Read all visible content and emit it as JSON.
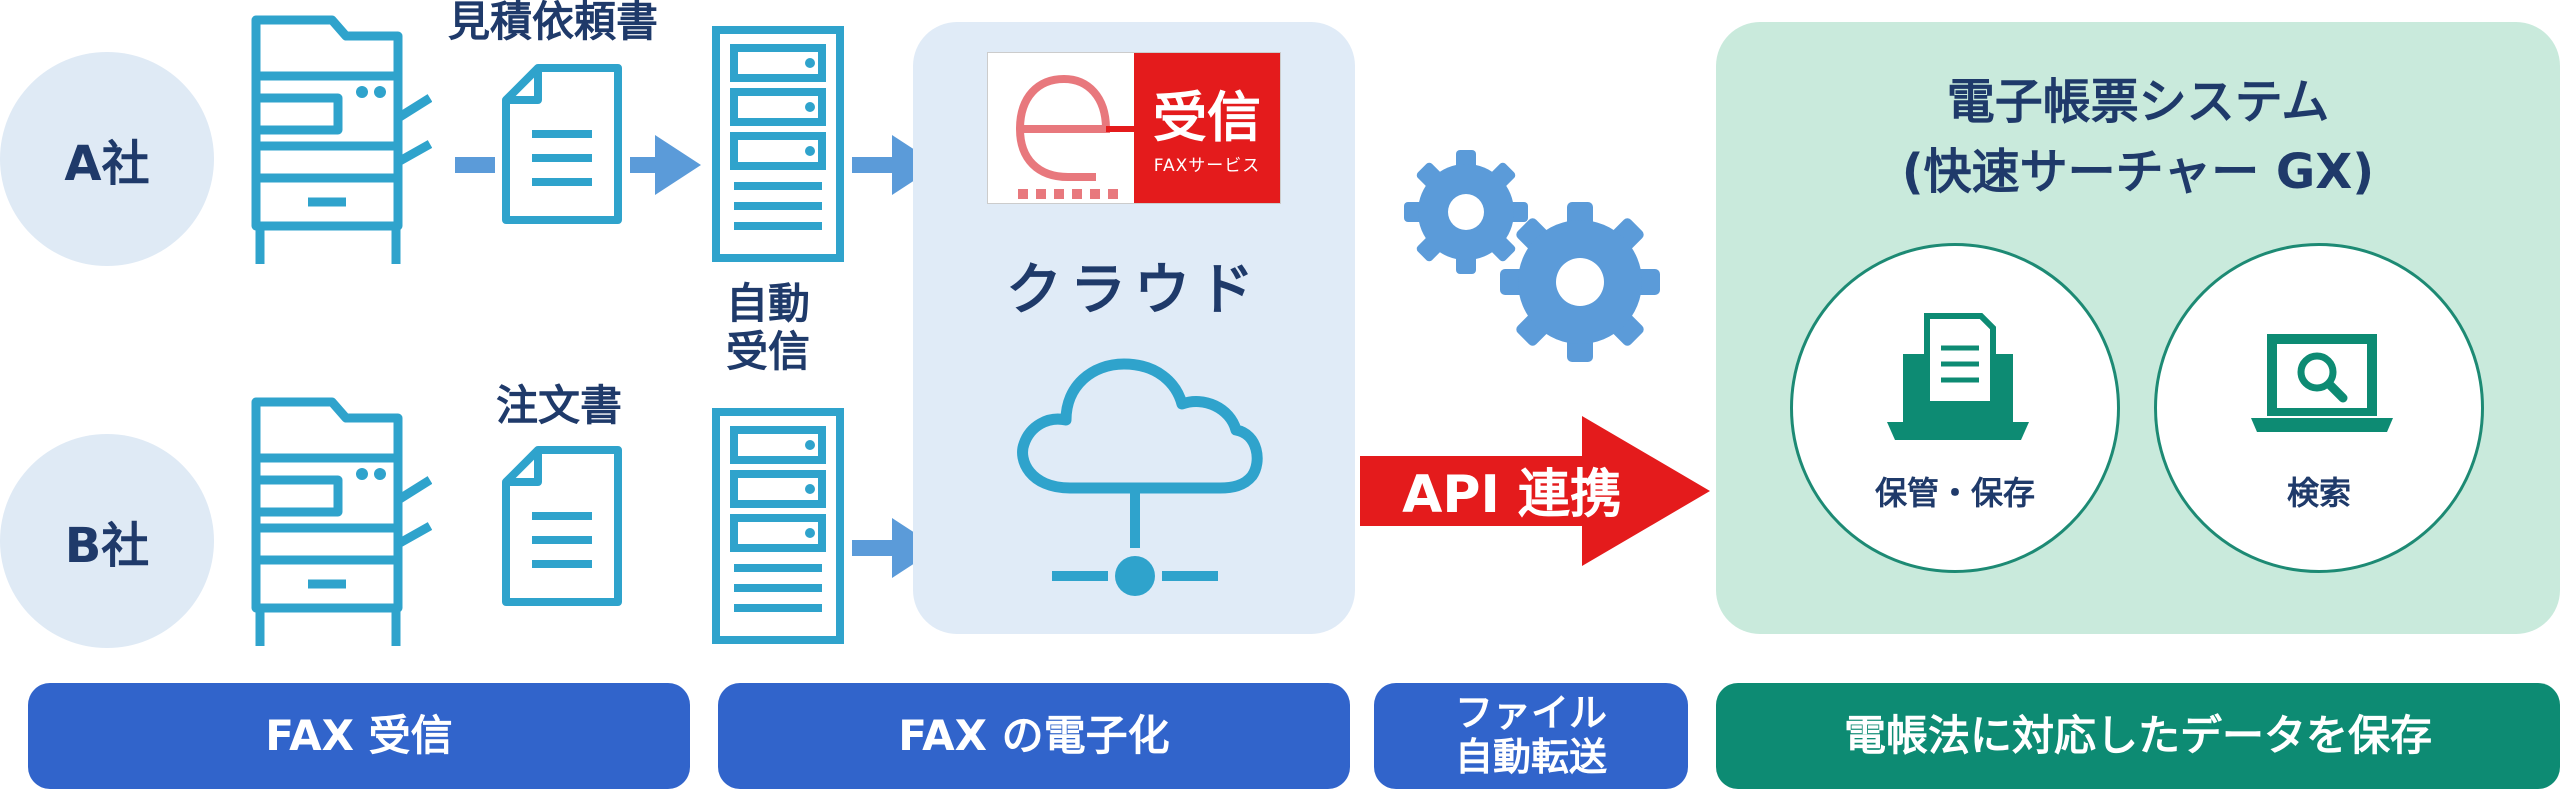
{
  "companies": {
    "a": "A社",
    "b": "B社"
  },
  "documents": {
    "estimate_request": "見積依頼書",
    "order_form": "注文書"
  },
  "auto_receive_label": "自動\n受信",
  "cloud_panel": {
    "logo_char": "e",
    "logo_text": "受信",
    "logo_subtext": "FAXサービス",
    "label": "クラウド"
  },
  "api_arrow_label": "API 連携",
  "system_panel": {
    "title_line1": "電子帳票システム",
    "title_line2": "(快速サーチャー GX)",
    "features": [
      "保管・保存",
      "検索"
    ]
  },
  "bottom_bar": [
    "FAX 受信",
    "FAX の電子化",
    "ファイル\n自動転送",
    "電帳法に対応したデータを保存"
  ],
  "colors": {
    "icon_blue": "#2fa3cc",
    "arrow_blue": "#5b9bd9",
    "gear_blue": "#5b9bd9",
    "api_red": "#e41b1c",
    "bar_blue": "#3164cb",
    "bar_teal": "#0d8b73",
    "feature_teal": "#0d8b73"
  }
}
